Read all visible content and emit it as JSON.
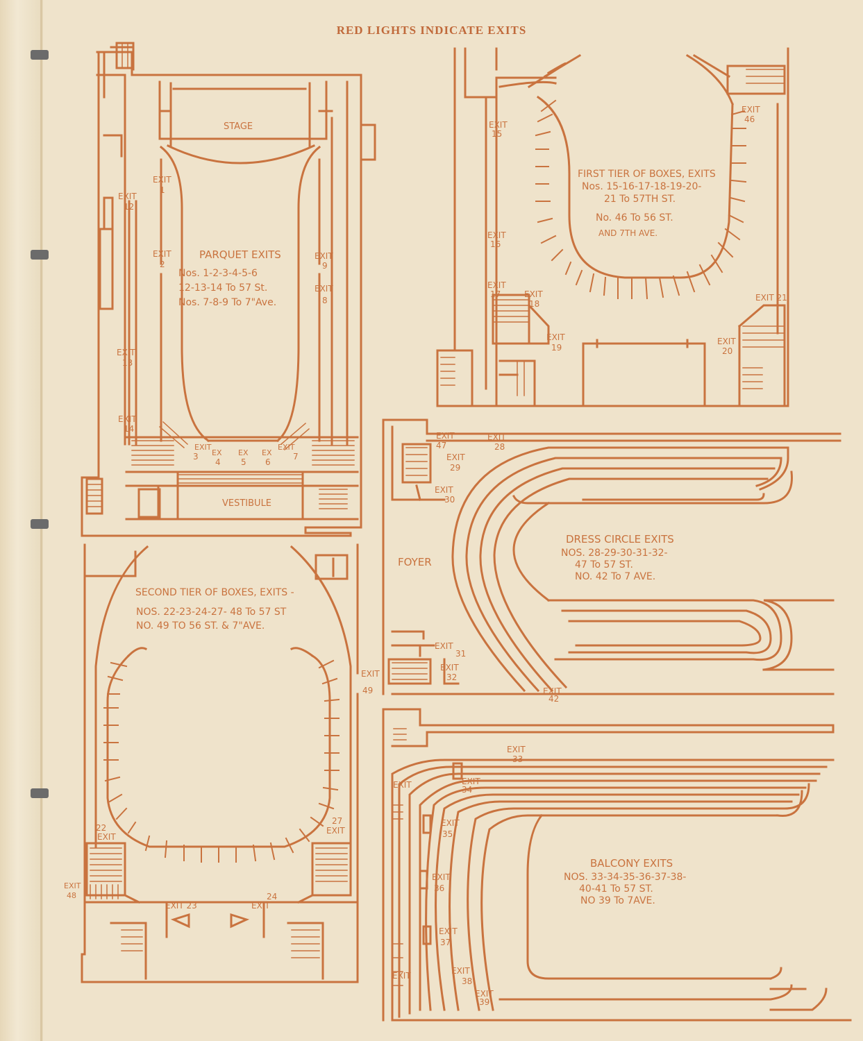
{
  "title": "RED LIGHTS INDICATE EXITS",
  "colors": {
    "ink": "#c9733f",
    "paper": "#efe3cb"
  },
  "parquet": {
    "stage": "STAGE",
    "vestibule": "VESTIBULE",
    "heading": "PARQUET EXITS",
    "line1": "Nos. 1-2-3-4-5-6",
    "line2": "12-13-14 To 57 St.",
    "line3": "Nos. 7-8-9 To 7\"Ave.",
    "exit1": "1",
    "exit2": "2",
    "exit3": "3",
    "exit4": "4",
    "exit5": "5",
    "exit6": "6",
    "exit7": "7",
    "exit8": "8",
    "exit9": "9",
    "exit12": "12",
    "exit13": "13",
    "exit14": "14",
    "exit_word": "EXIT",
    "ex_word": "EX"
  },
  "first_tier": {
    "heading": "FIRST TIER OF BOXES, EXITS",
    "line1": "Nos. 15-16-17-18-19-20-",
    "line2": "21 To 57TH ST.",
    "line3": "No. 46 To 56 ST.",
    "line4": "AND 7TH AVE.",
    "exit15": "15",
    "exit16": "16",
    "exit17": "17",
    "exit18": "18",
    "exit19": "19",
    "exit20": "20",
    "exit21": "EXIT 21",
    "exit46": "46",
    "exit_word": "EXIT"
  },
  "second_tier": {
    "heading": "SECOND TIER OF BOXES, EXITS -",
    "line1": "NOS. 22-23-24-27- 48 To 57 ST",
    "line2": "NO. 49 TO 56 ST. & 7\"AVE.",
    "exit22": "22",
    "exit23": "EXIT 23",
    "exit24": "24",
    "exit27": "27",
    "exit48": "48",
    "exit49": "49",
    "exit_word": "EXIT"
  },
  "dress_circle": {
    "foyer": "FOYER",
    "heading": "DRESS CIRCLE EXITS",
    "line1": "NOS. 28-29-30-31-32-",
    "line2": "47 To 57 ST.",
    "line3": "NO. 42 To 7 AVE.",
    "exit28": "28",
    "exit29": "29",
    "exit30": "30",
    "exit31": "31",
    "exit32": "32",
    "exit42": "42",
    "exit47": "47",
    "exit_word": "EXIT"
  },
  "balcony": {
    "heading": "BALCONY EXITS",
    "line1": "NOS. 33-34-35-36-37-38-",
    "line2": "40-41 To 57 ST.",
    "line3": "NO 39 To 7AVE.",
    "exit33": "33",
    "exit34": "34",
    "exit35": "35",
    "exit36": "36",
    "exit37": "37",
    "exit38": "38",
    "exit39": "39",
    "exit_word": "EXIT"
  }
}
